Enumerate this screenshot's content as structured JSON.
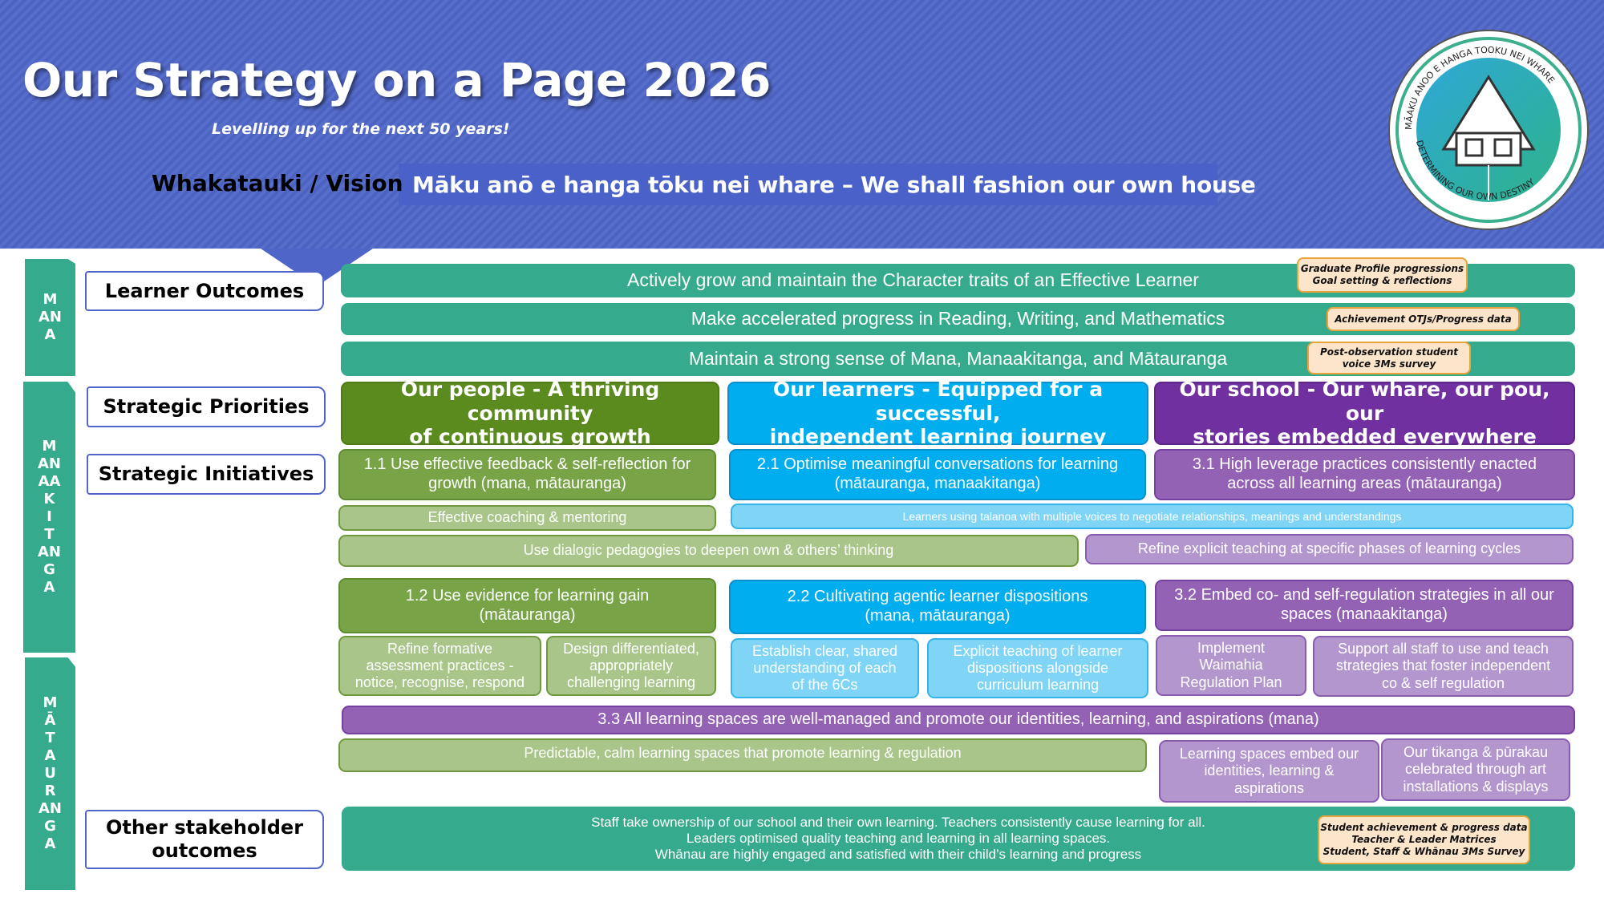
{
  "header": {
    "title": "Our Strategy on a Page 2026",
    "subtitle": "Levelling up for the next 50 years!",
    "vision_label": "Whakatauki / Vision",
    "vision_text": "Māku anō e hanga tōku nei whare – We shall fashion our own house",
    "logo_text_top": "MĀAKU ANOO E HANGA TOOKU NEI WHARE",
    "logo_text_bottom": "DETERMINING OUR OWN DESTINY"
  },
  "values_tabs": [
    "M\nAN\nA",
    "M\nAN\nAA\nK\nI\nT\nAN\nG\nA",
    "M\nĀ\nT\nA\nU\nR\nAN\nG\nA"
  ],
  "row_labels": {
    "learner_outcomes": "Learner Outcomes",
    "strategic_priorities": "Strategic Priorities",
    "strategic_initiatives": "Strategic Initiatives",
    "other_stakeholder": "Other stakeholder\noutcomes"
  },
  "learner_outcomes": [
    {
      "text": "Actively grow and maintain the Character traits of an Effective Learner",
      "measure": "Graduate Profile progressions\nGoal setting & reflections"
    },
    {
      "text": "Make accelerated progress in Reading, Writing, and Mathematics",
      "measure": "Achievement OTJs/Progress data"
    },
    {
      "text": "Maintain a strong sense of Mana, Manaakitanga, and Mātauranga",
      "measure": "Post-observation student\nvoice 3Ms survey"
    }
  ],
  "priorities": [
    {
      "text": "Our people - A thriving community\nof continuous growth",
      "color": "#5B8A1E"
    },
    {
      "text": "Our learners - Equipped for a successful,\nindependent learning journey",
      "color": "#00AEEF"
    },
    {
      "text": "Our school - Our whare, our pou, our\nstories embedded everywhere",
      "color": "#7030A0"
    }
  ],
  "initiatives": {
    "i1_1": "1.1 Use effective feedback & self-reflection for\ngrowth (mana, mātauranga)",
    "i2_1": "2.1 Optimise meaningful conversations for learning\n(mātauranga, manaakitanga)",
    "i3_1": "3.1 High leverage practices consistently enacted\nacross all learning areas (mātauranga)",
    "coaching": "Effective coaching & mentoring",
    "talanoa": "Learners using talanoa with multiple voices to negotiate relationships, meanings and understandings",
    "dialogic": "Use dialogic pedagogies to deepen own & others’ thinking",
    "refine_explicit": "Refine explicit teaching at specific phases of learning cycles",
    "i1_2": "1.2 Use evidence for learning gain\n(mātauranga)",
    "i2_2": "2.2 Cultivating agentic learner dispositions\n(mana, mātauranga)",
    "i3_2": "3.2 Embed co- and self-regulation strategies in all our\nspaces (manaakitanga)",
    "formative": "Refine formative\nassessment practices -\nnotice, recognise, respond",
    "differentiated": "Design differentiated,\nappropriately\nchallenging  learning",
    "six_cs": "Establish clear, shared\nunderstanding of each\nof the 6Cs",
    "dispositions": "Explicit teaching of learner\ndispositions alongside\ncurriculum learning",
    "waimahia": "Implement\nWaimahia\nRegulation Plan",
    "support_staff": "Support all staff to use and teach\nstrategies that foster independent\nco & self regulation",
    "i3_3": "3.3 All learning spaces are well-managed and promote our identities, learning, and aspirations (mana)",
    "predictable": "Predictable, calm learning spaces that promote learning & regulation",
    "spaces_embed": "Learning spaces embed our\nidentities, learning &\naspirations",
    "tikanga": "Our  tikanga &  pūrakau\ncelebrated through art\ninstallations & displays"
  },
  "stakeholder": {
    "text": "Staff take ownership of our school and their own learning.  Teachers consistently cause learning for all.\nLeaders optimised quality teaching and learning in all learning spaces.\nWhānau are highly engaged and satisfied with their child’s learning and progress",
    "measure": "Student achievement & progress data\nTeacher & Leader Matrices\nStudent, Staff & Whānau 3Ms Survey"
  },
  "colors": {
    "header": "#4F66C8",
    "teal": "#35AA8C",
    "green": "#5B8A1E",
    "blue": "#00AEEF",
    "purple": "#7030A0",
    "badge": "#FDE5CC"
  }
}
